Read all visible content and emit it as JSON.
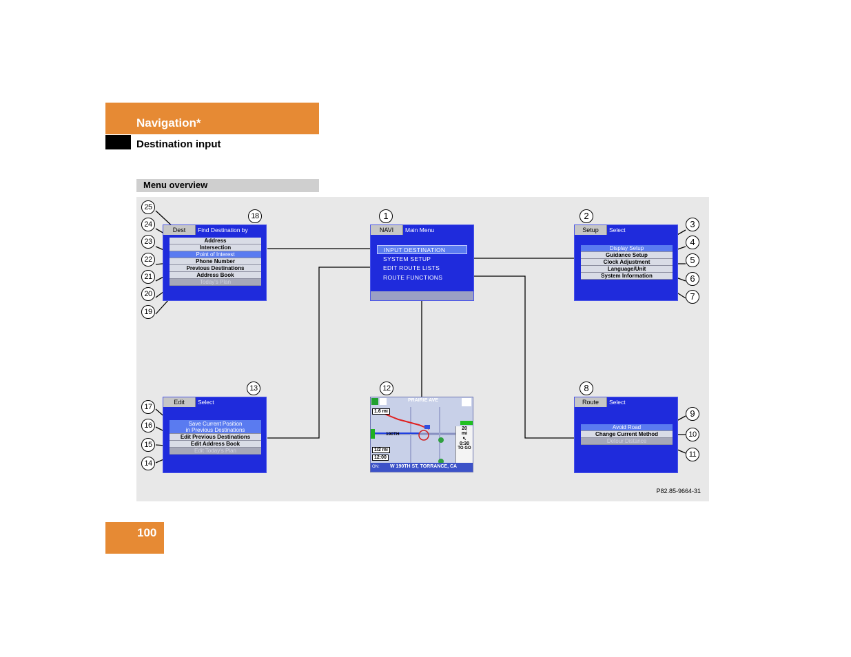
{
  "header": {
    "title": "Navigation*",
    "subtitle": "Destination input",
    "section": "Menu overview"
  },
  "page_number": "100",
  "reference_code": "P82.85-9664-31",
  "screens": {
    "dest": {
      "tab": "Dest",
      "heading": "Find Destination by",
      "items": [
        "Address",
        "Intersection",
        "Point of Interest",
        "Phone Number",
        "Previous Destinations",
        "Address Book",
        "Today's Plan"
      ]
    },
    "main": {
      "tab": "NAVI",
      "heading": "Main Menu",
      "items": [
        "INPUT  DESTINATION",
        "SYSTEM  SETUP",
        "EDIT  ROUTE  LISTS",
        "ROUTE  FUNCTIONS"
      ]
    },
    "setup": {
      "tab": "Setup",
      "heading": "Select",
      "items": [
        "Display Setup",
        "Guidance Setup",
        "Clock Adjustment",
        "Language/Unit",
        "System Information"
      ]
    },
    "edit": {
      "tab": "Edit",
      "heading": "Select",
      "items": [
        "Save Current Position",
        "in Previous Destinations",
        "Edit Previous Destinations",
        "Edit Address Book",
        "Edit Today's Plan"
      ]
    },
    "map": {
      "street_top": "PRAIRIE AVE",
      "street_bottom": "W 190TH ST, TORRANCE, CA",
      "road_label": "190TH",
      "scale": "1/2 mi",
      "clock": "12:00",
      "zoom": "20",
      "zoom_unit": "mi",
      "eta": "0:30",
      "eta_label": "TO GO",
      "distance": "1.6 mi",
      "on_label": "ON:"
    },
    "route": {
      "tab": "Route",
      "heading": "Select",
      "items": [
        "Avoid Road",
        "Change Current Method",
        "Detour Distance"
      ]
    }
  },
  "callouts": [
    "1",
    "2",
    "3",
    "4",
    "5",
    "6",
    "7",
    "8",
    "9",
    "10",
    "11",
    "12",
    "13",
    "14",
    "15",
    "16",
    "17",
    "18",
    "19",
    "20",
    "21",
    "22",
    "23",
    "24",
    "25"
  ],
  "colors": {
    "accent": "#e68a34",
    "screen_blue": "#1f2bdc",
    "highlight": "#5a7bf0"
  }
}
